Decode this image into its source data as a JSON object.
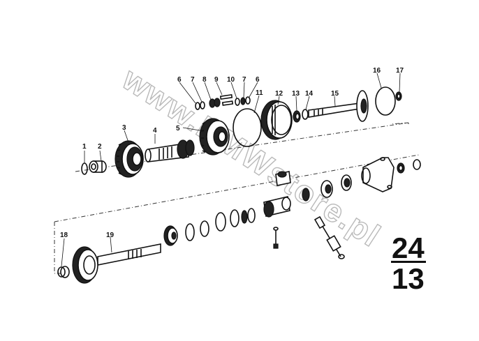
{
  "diagram": {
    "callouts": [
      {
        "id": "c1",
        "text": "1"
      },
      {
        "id": "c2",
        "text": "2"
      },
      {
        "id": "c3",
        "text": "3"
      },
      {
        "id": "c4",
        "text": "4"
      },
      {
        "id": "c5",
        "text": "5"
      },
      {
        "id": "c6a",
        "text": "6"
      },
      {
        "id": "c7a",
        "text": "7"
      },
      {
        "id": "c8",
        "text": "8"
      },
      {
        "id": "c9",
        "text": "9"
      },
      {
        "id": "c10",
        "text": "10"
      },
      {
        "id": "c7b",
        "text": "7"
      },
      {
        "id": "c6b",
        "text": "6"
      },
      {
        "id": "c11",
        "text": "11"
      },
      {
        "id": "c12",
        "text": "12"
      },
      {
        "id": "c13",
        "text": "13"
      },
      {
        "id": "c14",
        "text": "14"
      },
      {
        "id": "c15",
        "text": "15"
      },
      {
        "id": "c16",
        "text": "16"
      },
      {
        "id": "c17",
        "text": "17"
      },
      {
        "id": "c18",
        "text": "18"
      },
      {
        "id": "c19",
        "text": "19"
      }
    ],
    "reference": {
      "top": "24",
      "bottom": "13"
    },
    "watermark": "www.BMWstore.pl"
  },
  "colors": {
    "ink": "#111111",
    "watermark": "#b9b9b9",
    "background": "#ffffff"
  }
}
